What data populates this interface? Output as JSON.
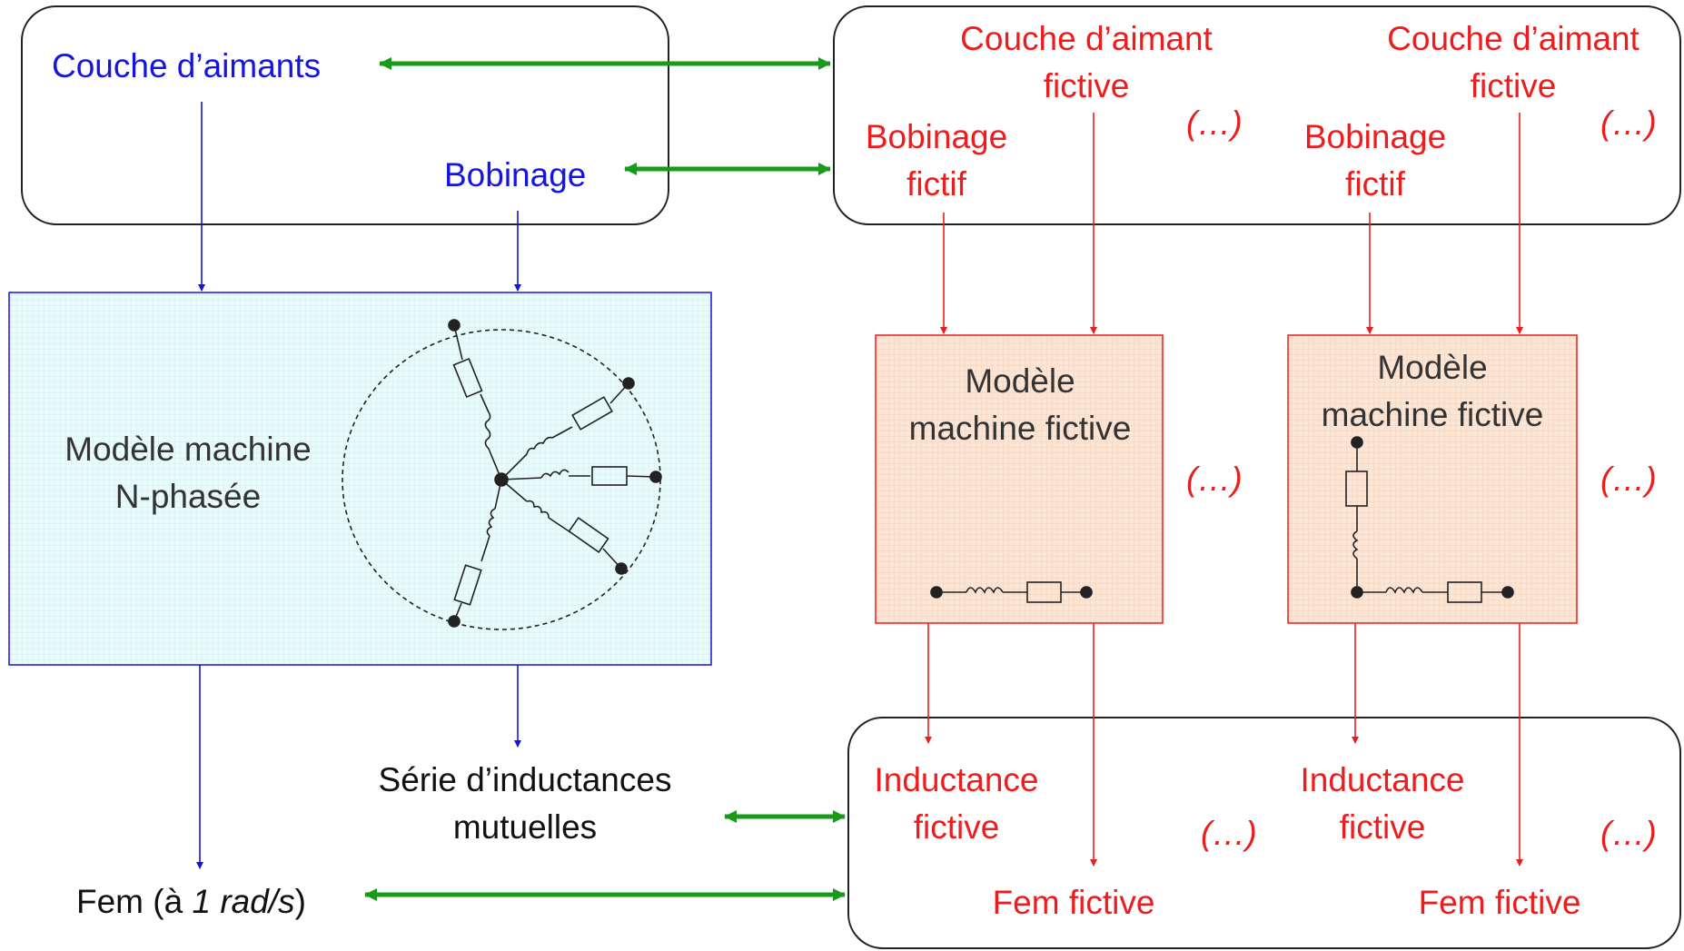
{
  "colors": {
    "blue": "#1515e0",
    "red": "#ee1c1c",
    "green": "#1a9a1a",
    "black": "#111111",
    "panel_blue": "#eafbfb",
    "panel_red": "#fbe6d6"
  },
  "top_left_box": {
    "magnets_label": "Couche d’aimants",
    "winding_label": "Bobinage"
  },
  "top_right_box": {
    "fictitious_magnet_1": [
      "Couche d’aimant",
      "fictive"
    ],
    "fictitious_winding_1": [
      "Bobinage",
      "fictif"
    ],
    "fictitious_magnet_2": [
      "Couche d’aimant",
      "fictive"
    ],
    "fictitious_winding_2": [
      "Bobinage",
      "fictif"
    ],
    "ellipsis_1": "(…)",
    "ellipsis_2": "(…)"
  },
  "n_phase_model": {
    "title": [
      "Modèle machine",
      "N-phasée"
    ]
  },
  "fictitious_models": [
    {
      "title": [
        "Modèle",
        "machine fictive"
      ]
    },
    {
      "title": [
        "Modèle",
        "machine fictive"
      ]
    }
  ],
  "middle_ellipses": [
    "(…)",
    "(…)"
  ],
  "outputs_left": {
    "mutual_inductances": [
      "Série d’inductances",
      "mutuelles"
    ],
    "emf_prefix": "Fem (à ",
    "emf_italic": "1 rad/s",
    "emf_suffix": ")"
  },
  "bottom_right_box": {
    "inductance_1": [
      "Inductance",
      "fictive"
    ],
    "inductance_2": [
      "Inductance",
      "fictive"
    ],
    "emf_1": "Fem fictive",
    "emf_2": "Fem fictive",
    "ellipsis_1": "(…)",
    "ellipsis_2": "(…)"
  }
}
